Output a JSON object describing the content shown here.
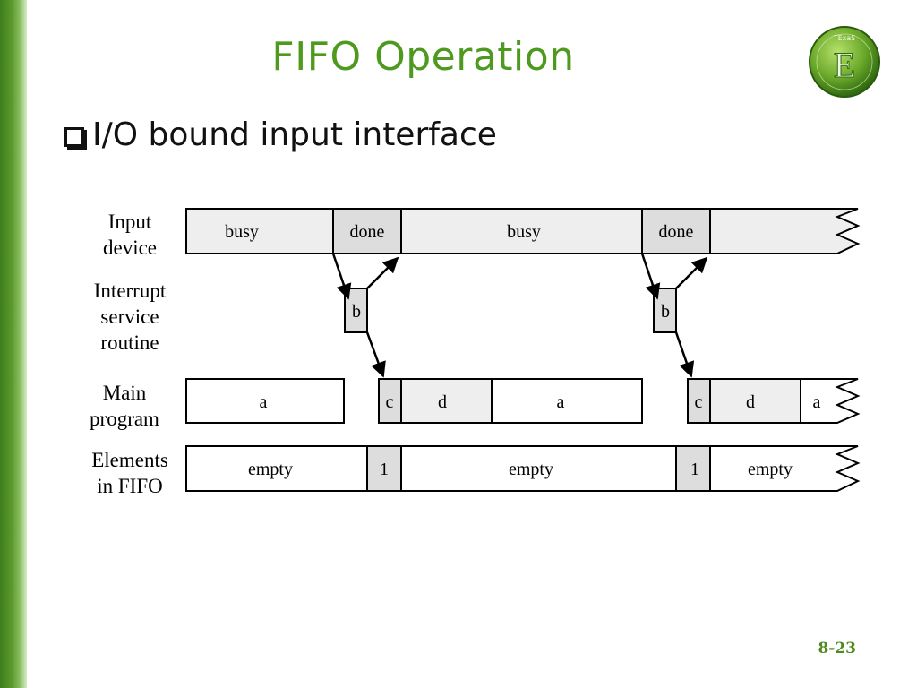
{
  "slide": {
    "title": "FIFO Operation",
    "bullet": "I/O bound input interface",
    "page_number": "8-23",
    "logo_letter": "E",
    "logo_text": "TExaS",
    "accent_color": "#4e9a1f"
  },
  "diagram": {
    "row_labels": {
      "input_device": [
        "Input",
        "device"
      ],
      "interrupt_service_routine": [
        "Interrupt",
        "service",
        "routine"
      ],
      "main_program": [
        "Main",
        "program"
      ],
      "elements_in_fifo": [
        "Elements",
        "in FIFO"
      ]
    },
    "input_device": [
      "busy",
      "done",
      "busy",
      "done",
      ""
    ],
    "interrupt_service_routine": [
      "b",
      "b"
    ],
    "main_program": [
      "a",
      "c",
      "d",
      "a",
      "c",
      "d",
      "a"
    ],
    "elements_in_fifo": [
      "empty",
      "1",
      "empty",
      "1",
      "empty"
    ]
  }
}
